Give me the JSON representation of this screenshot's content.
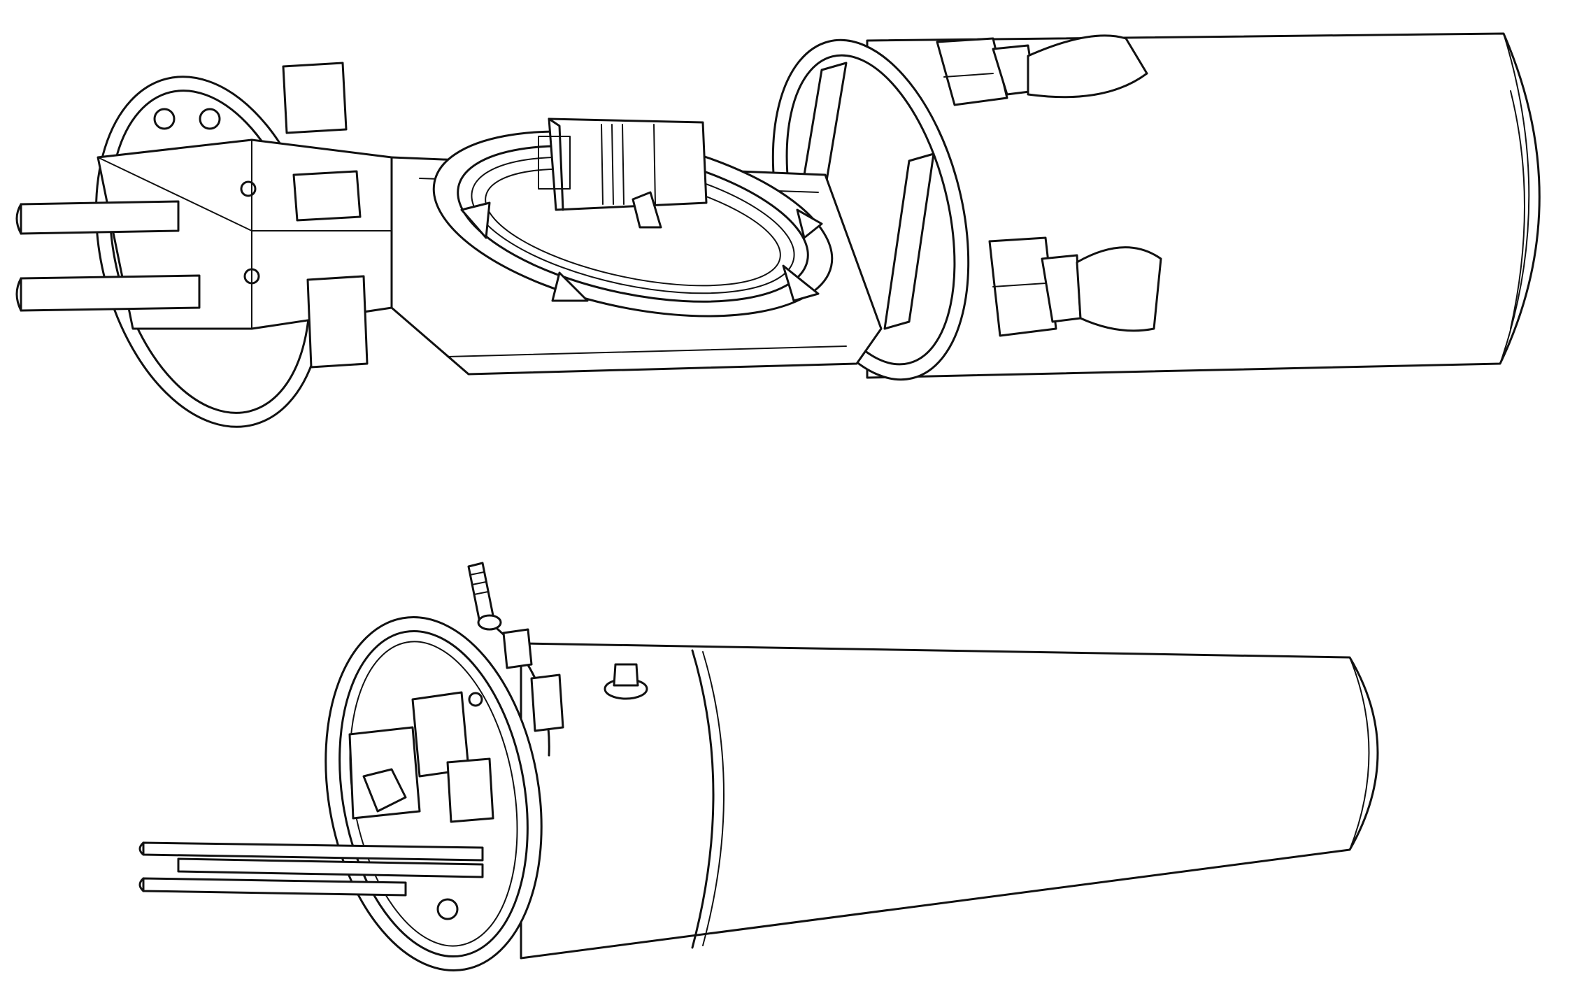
{
  "figure": {
    "kind": "line-drawing",
    "views": [
      "exploded-view",
      "assembled-view"
    ],
    "colors": {
      "ink": "#111111",
      "paper": "#ffffff"
    }
  }
}
